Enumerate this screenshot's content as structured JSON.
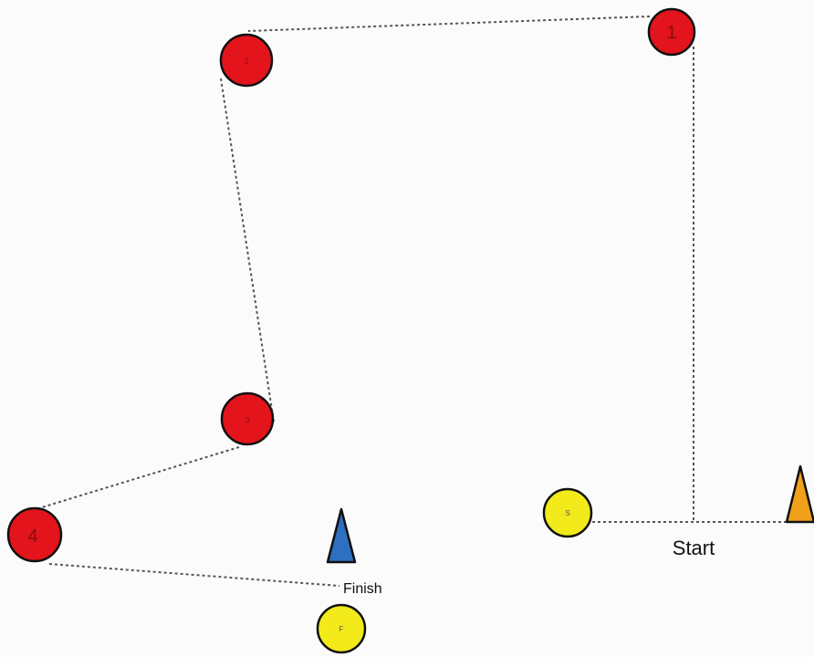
{
  "diagram": {
    "markers": [
      {
        "id": "1",
        "label": "1",
        "color": "#e3141b",
        "kind": "cone-red"
      },
      {
        "id": "2",
        "label": "2",
        "color": "#e3141b",
        "kind": "cone-red"
      },
      {
        "id": "3",
        "label": "3",
        "color": "#e3141b",
        "kind": "cone-red"
      },
      {
        "id": "4",
        "label": "4",
        "color": "#e3141b",
        "kind": "cone-red"
      },
      {
        "id": "S",
        "label": "S",
        "color": "#f2ea1a",
        "kind": "cone-yellow"
      },
      {
        "id": "F",
        "label": "F",
        "color": "#f2ea1a",
        "kind": "cone-yellow"
      }
    ],
    "flags": [
      {
        "id": "start-flag",
        "color": "#f0a11a"
      },
      {
        "id": "finish-flag",
        "color": "#2f6fc1"
      }
    ],
    "labels": {
      "start": "Start",
      "finish": "Finish"
    },
    "path_order": [
      "start-flag",
      "1",
      "2",
      "3",
      "4",
      "finish"
    ]
  }
}
